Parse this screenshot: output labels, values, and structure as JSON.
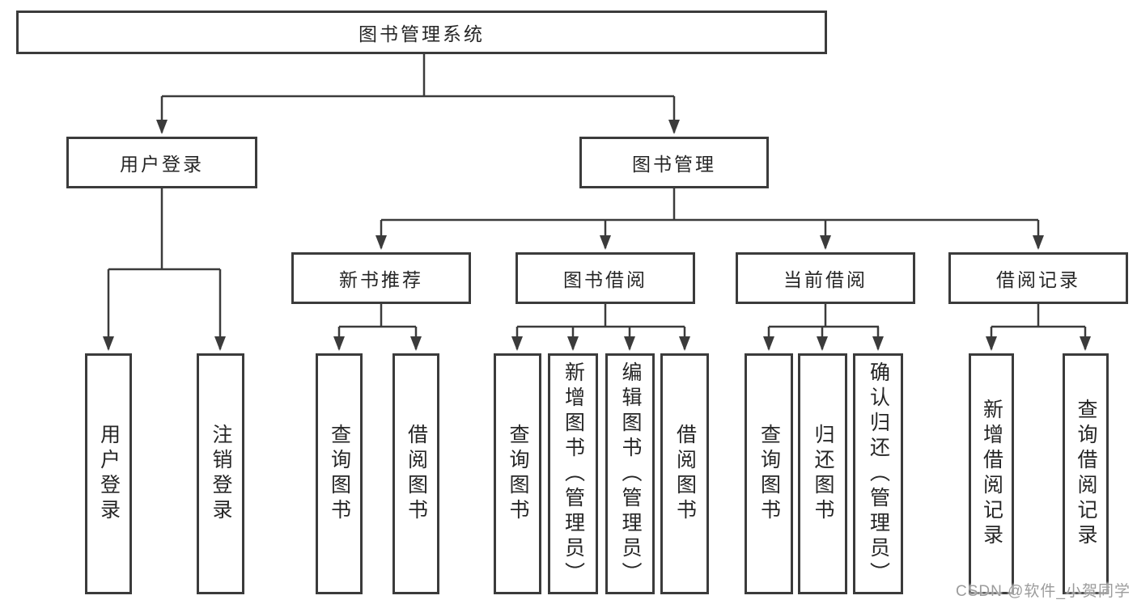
{
  "root": {
    "label": "图书管理系统"
  },
  "level2": [
    {
      "label": "用户登录"
    },
    {
      "label": "图书管理"
    }
  ],
  "level3": [
    {
      "label": "新书推荐"
    },
    {
      "label": "图书借阅"
    },
    {
      "label": "当前借阅"
    },
    {
      "label": "借阅记录"
    }
  ],
  "leaves": [
    {
      "label": "用户登录"
    },
    {
      "label": "注销登录"
    },
    {
      "label": "查询图书"
    },
    {
      "label": "借阅图书"
    },
    {
      "label": "查询图书"
    },
    {
      "label": "新增图书（管理员）"
    },
    {
      "label": "编辑图书（管理员）"
    },
    {
      "label": "借阅图书"
    },
    {
      "label": "查询图书"
    },
    {
      "label": "归还图书"
    },
    {
      "label": "确认归还（管理员）"
    },
    {
      "label": "新增借阅记录"
    },
    {
      "label": "查询借阅记录"
    }
  ],
  "watermark": {
    "label": "CSDN @软件_小贺同学"
  },
  "colors": {
    "line": "#3b3b3b",
    "box_border": "#3b3b3b",
    "text": "#262626",
    "watermark": "#9c9c9c",
    "background": "#ffffff"
  }
}
